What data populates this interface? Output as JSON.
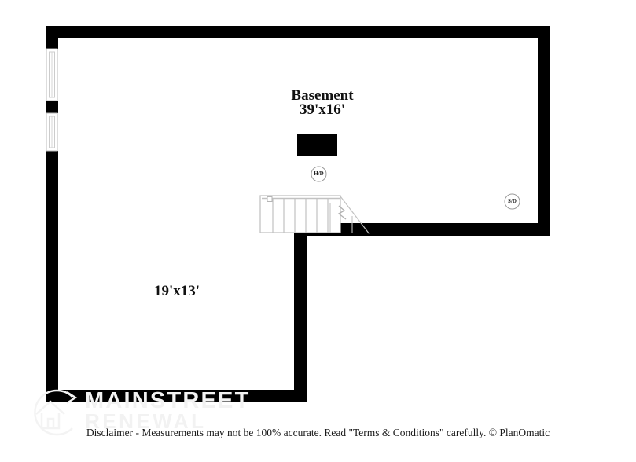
{
  "plan": {
    "rooms": [
      {
        "name": "Basement",
        "dimensions": "39'x16'"
      },
      {
        "name": "",
        "dimensions": "19'x13'"
      }
    ],
    "symbols": [
      {
        "id": "hd-symbol",
        "label": "H/D"
      },
      {
        "id": "sd-symbol",
        "label": "S/D"
      }
    ],
    "features": {
      "windows": 2,
      "staircase": 1,
      "fixture_block": 1
    },
    "colors": {
      "wall": "#000000",
      "interior": "#ffffff",
      "line": "#c8c8c8",
      "watermark": "#f2f2f2",
      "text": "#111111"
    }
  },
  "watermark": {
    "line1": "MAINSTREET",
    "line2": "RENEWAL",
    "logo_icon": "house-in-circle-arrow-icon"
  },
  "footer": {
    "disclaimer": "Disclaimer - Measurements may not be 100% accurate. Read \"Terms & Conditions\" carefully. © PlanOmatic"
  }
}
